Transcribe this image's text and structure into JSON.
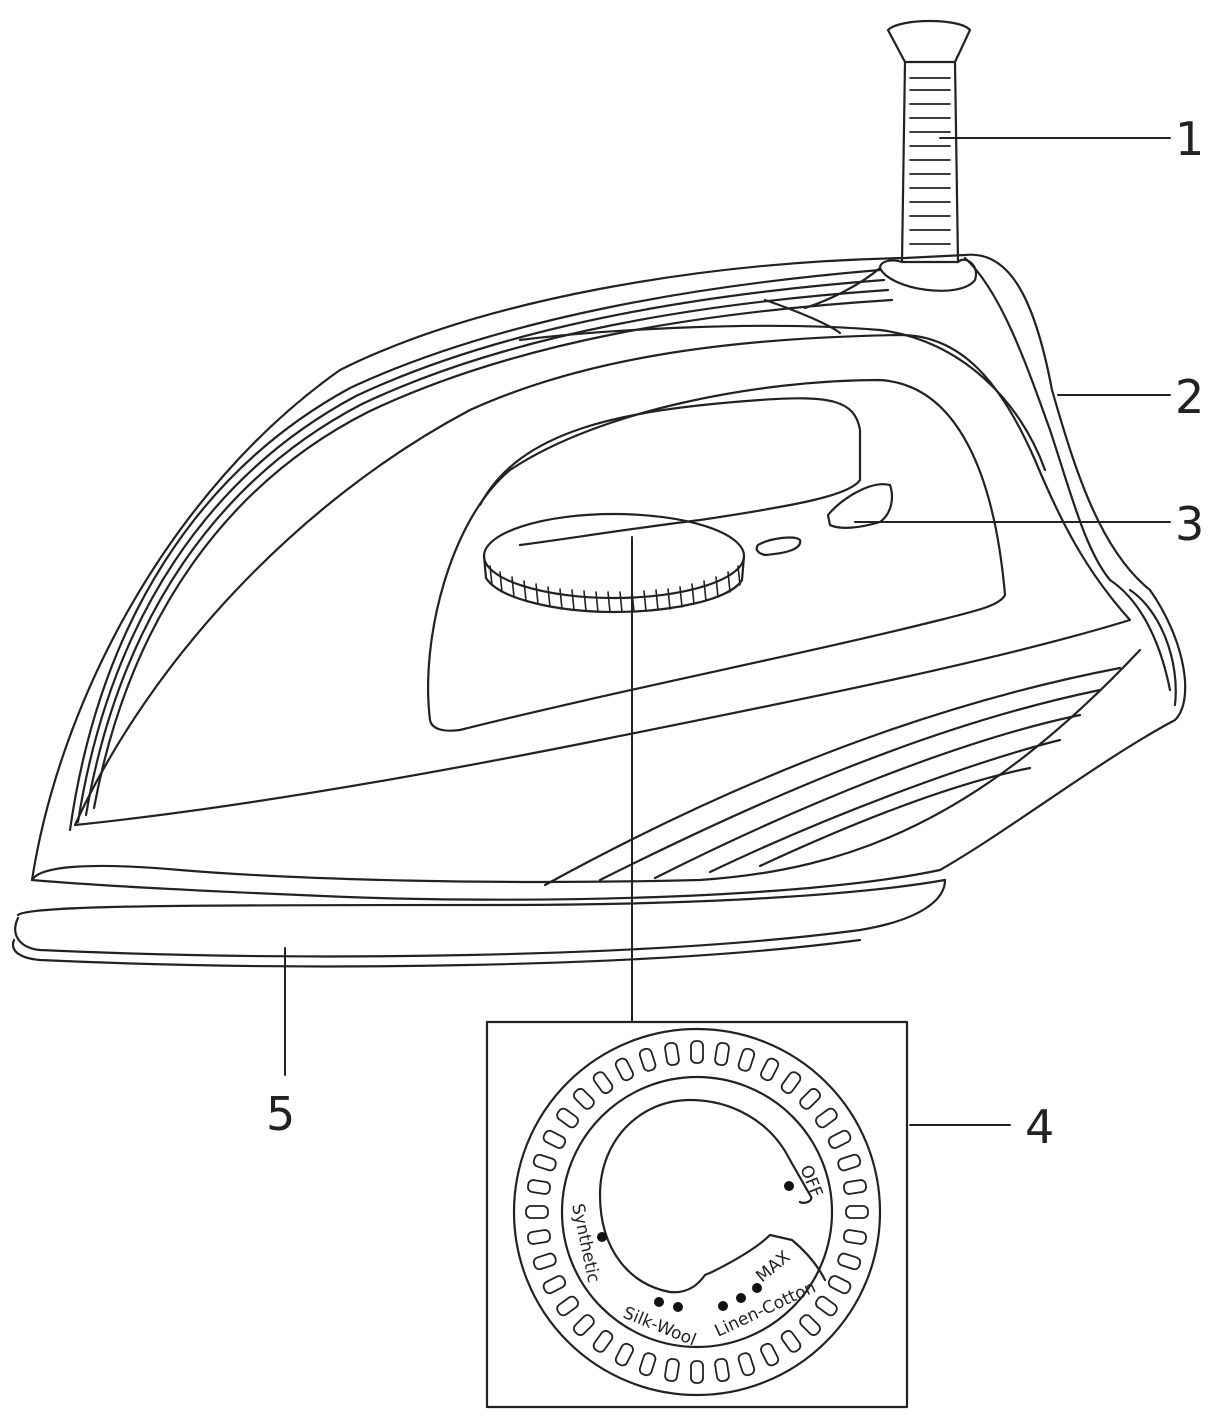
{
  "callouts": [
    {
      "id": "1",
      "label": "1"
    },
    {
      "id": "2",
      "label": "2"
    },
    {
      "id": "3",
      "label": "3"
    },
    {
      "id": "4",
      "label": "4"
    },
    {
      "id": "5",
      "label": "5"
    }
  ],
  "dial": {
    "off_label": "OFF",
    "max_label": "MAX",
    "synthetic_label": "Synthetic",
    "silk_wool_label": "Silk-Wool",
    "linen_cotton_label": "Linen-Cotton"
  },
  "colors": {
    "line": "#222222",
    "background": "#ffffff"
  }
}
